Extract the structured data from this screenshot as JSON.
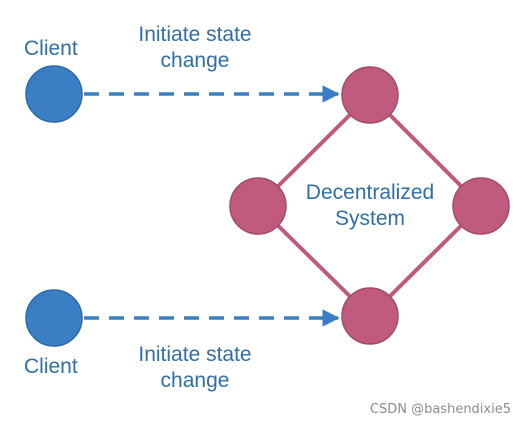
{
  "colors": {
    "client_node": "#3a7fc4",
    "system_node": "#c15a7f",
    "system_edge": "#bf5a7c",
    "arrow": "#3a7fc4",
    "label_text": "#2f6ea8"
  },
  "clients": [
    {
      "label": "Client",
      "action": [
        "Initiate state",
        "change"
      ]
    },
    {
      "label": "Client",
      "action": [
        "Initiate state",
        "change"
      ]
    }
  ],
  "system": {
    "label": [
      "Decentralized",
      "System"
    ]
  },
  "watermark": "CSDN @bashendixie5"
}
